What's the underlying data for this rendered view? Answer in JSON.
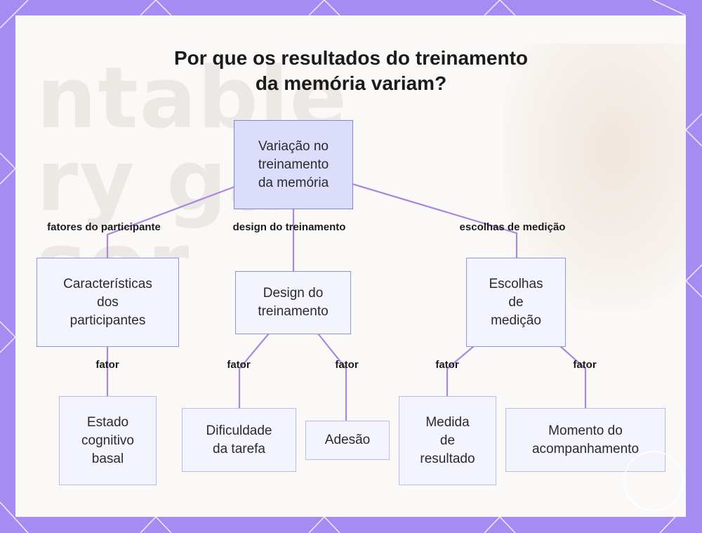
{
  "title_line1": "Por que os resultados do treinamento",
  "title_line2": "da memória variam?",
  "background_watermark": "ntable\nry ga\nsor",
  "colors": {
    "frame": "#a48cf2",
    "card": "#fbf9f7",
    "edge": "#a887e0",
    "node_fill": "#f3f4fd",
    "node_border": "#8d96e0",
    "root_fill": "#dcdcfb"
  },
  "nodes": {
    "root": "Variação no\ntreinamento\nda memória",
    "participants": "Características\ndos\nparticipantes",
    "design": "Design do\ntreinamento",
    "measurement": "Escolhas\nde\nmedição",
    "baseline": "Estado\ncognitivo\nbasal",
    "difficulty": "Dificuldade\nda tarefa",
    "adherence": "Adesão",
    "outcome": "Medida\nde\nresultado",
    "followup": "Momento do\nacompanhamento"
  },
  "edge_labels": {
    "participant_factors": "fatores do participante",
    "training_design": "design do treinamento",
    "measurement_choices": "escolhas de medição",
    "factor_baseline": "fator",
    "factor_difficulty": "fator",
    "factor_adherence": "fator",
    "factor_outcome": "fator",
    "factor_followup": "fator"
  }
}
